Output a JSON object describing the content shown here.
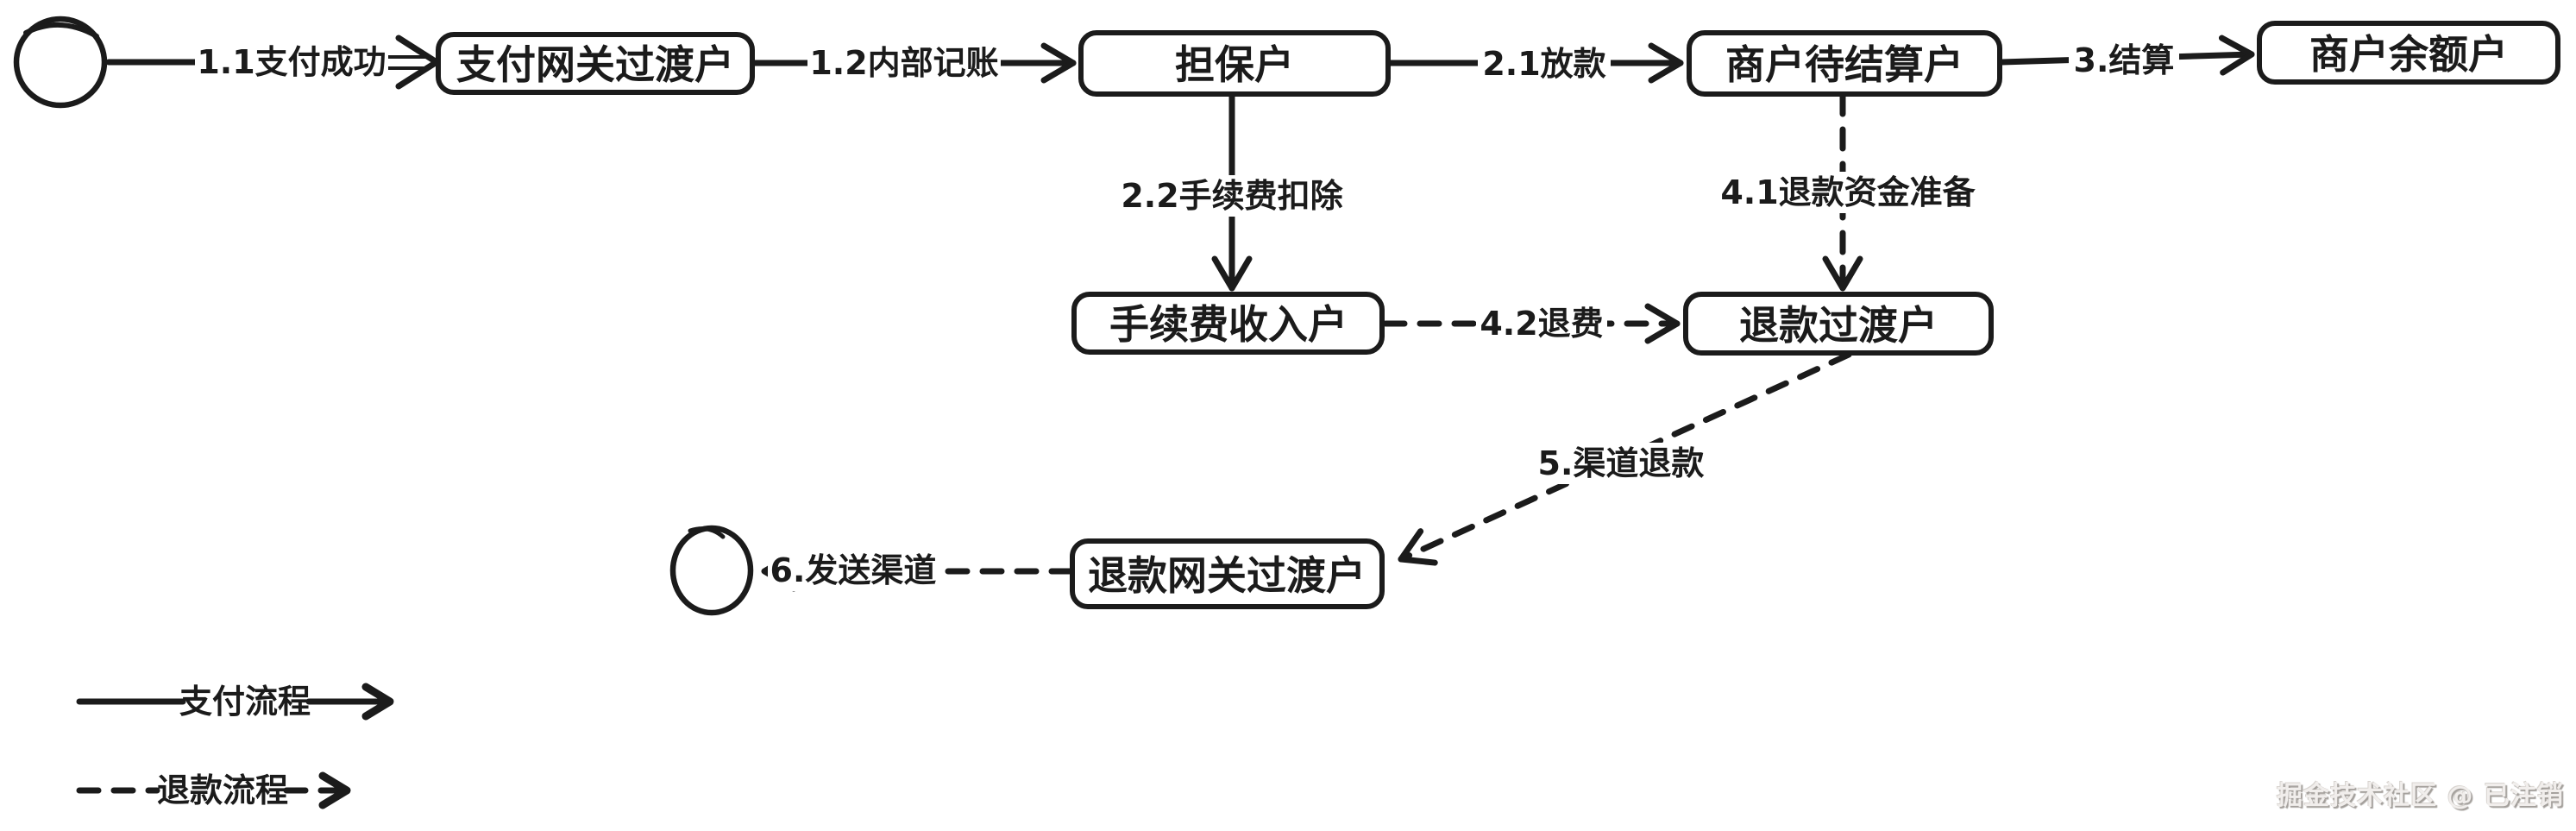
{
  "diagram": {
    "type": "flowchart",
    "nodes": [
      {
        "id": "payment-gateway-transit",
        "label": "支付网关过渡户"
      },
      {
        "id": "guarantee-account",
        "label": "担保户"
      },
      {
        "id": "merchant-pending-settlement",
        "label": "商户待结算户"
      },
      {
        "id": "merchant-balance",
        "label": "商户余额户"
      },
      {
        "id": "fee-income-account",
        "label": "手续费收入户"
      },
      {
        "id": "refund-transit-account",
        "label": "退款过渡户"
      },
      {
        "id": "refund-gateway-transit",
        "label": "退款网关过渡户"
      }
    ],
    "edges": [
      {
        "id": "1.1",
        "label": "1.1支付成功",
        "from": "start-circle",
        "to": "payment-gateway-transit",
        "style": "solid"
      },
      {
        "id": "1.2",
        "label": "1.2内部记账",
        "from": "payment-gateway-transit",
        "to": "guarantee-account",
        "style": "solid"
      },
      {
        "id": "2.1",
        "label": "2.1放款",
        "from": "guarantee-account",
        "to": "merchant-pending-settlement",
        "style": "solid"
      },
      {
        "id": "3",
        "label": "3.结算",
        "from": "merchant-pending-settlement",
        "to": "merchant-balance",
        "style": "solid"
      },
      {
        "id": "2.2",
        "label": "2.2手续费扣除",
        "from": "guarantee-account",
        "to": "fee-income-account",
        "style": "solid"
      },
      {
        "id": "4.1",
        "label": "4.1退款资金准备",
        "from": "merchant-pending-settlement",
        "to": "refund-transit-account",
        "style": "dashed"
      },
      {
        "id": "4.2",
        "label": "4.2退费",
        "from": "fee-income-account",
        "to": "refund-transit-account",
        "style": "dashed"
      },
      {
        "id": "5",
        "label": "5.渠道退款",
        "from": "refund-transit-account",
        "to": "refund-gateway-transit",
        "style": "dashed"
      },
      {
        "id": "6",
        "label": "6.发送渠道",
        "from": "refund-gateway-transit",
        "to": "end-circle",
        "style": "dashed"
      }
    ],
    "legend": [
      {
        "style": "solid",
        "label": "支付流程"
      },
      {
        "style": "dashed",
        "label": "退款流程"
      }
    ],
    "watermark": "掘金技术社区 @ 已注销",
    "colors": {
      "stroke": "#1b1b1b",
      "background": "#ffffff",
      "watermark_text": "#f1eeec"
    }
  }
}
